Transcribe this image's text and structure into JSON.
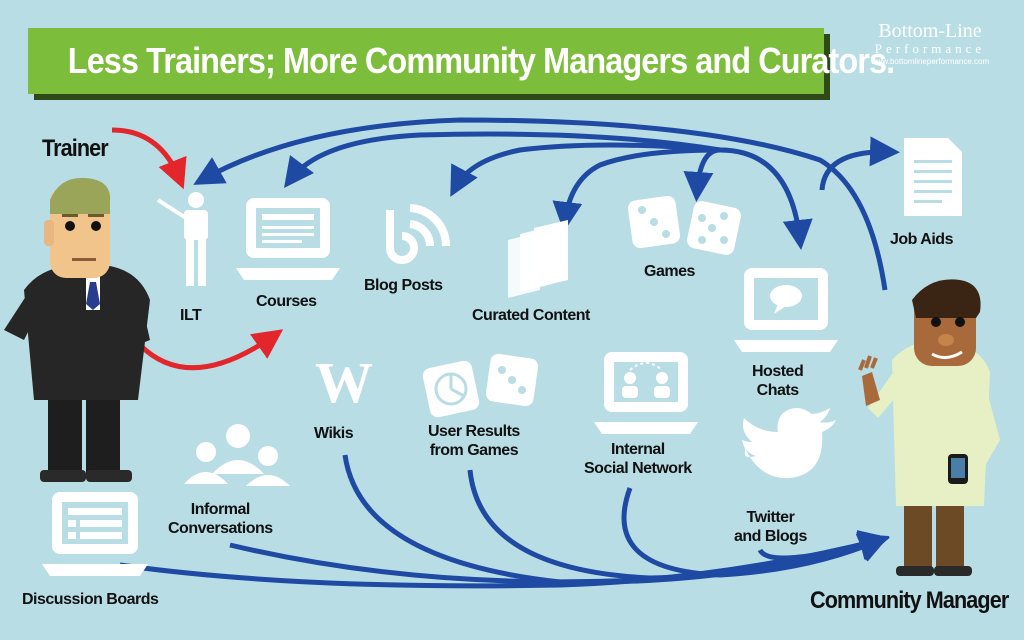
{
  "title": "Less Trainers; More Community Managers and Curators.",
  "brand": {
    "name": "Bottom-Line",
    "sub": "Performance",
    "url": "www.bottomlineperformance.com"
  },
  "roles": {
    "trainer": "Trainer",
    "manager": "Community Manager"
  },
  "trainer_items": {
    "ilt": "ILT",
    "courses": "Courses"
  },
  "manager_items": {
    "blog_posts": "Blog Posts",
    "curated_content": "Curated Content",
    "games": "Games",
    "job_aids": "Job Aids",
    "hosted_chats": "Hosted\nChats"
  },
  "community_items": {
    "wikis": "Wikis",
    "user_results": "User Results\nfrom Games",
    "internal_social": "Internal\nSocial Network",
    "twitter_blogs": "Twitter\nand Blogs",
    "informal_conversations": "Informal\nConversations",
    "discussion_boards": "Discussion Boards"
  },
  "colors": {
    "background": "#b9dde5",
    "banner": "#7cbe3b",
    "trainer_arrow": "#e3262b",
    "manager_arrow": "#1f4aa3",
    "icon": "#ffffff"
  }
}
